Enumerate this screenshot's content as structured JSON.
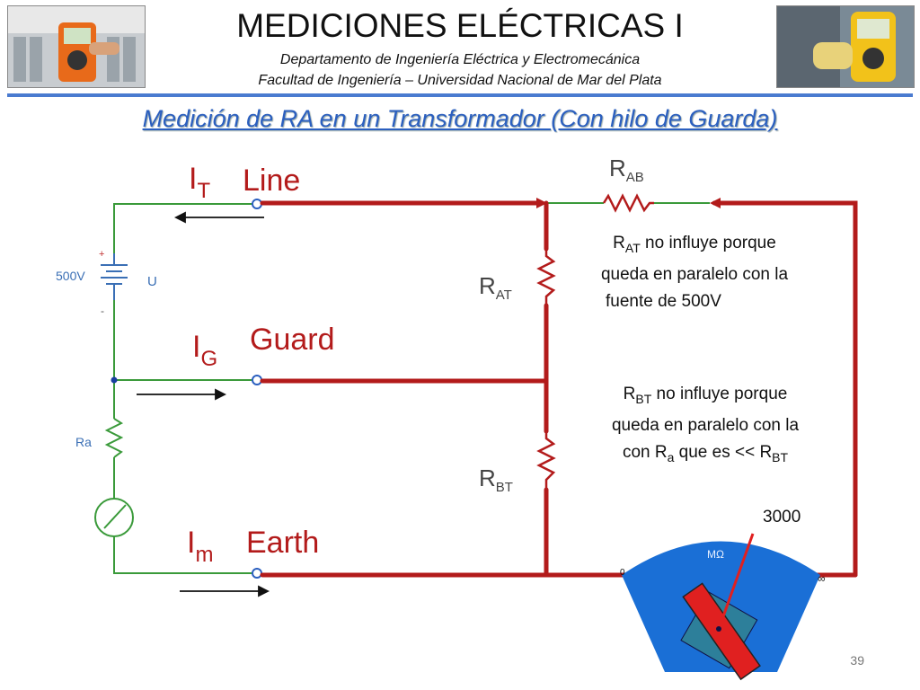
{
  "header": {
    "title": "MEDICIONES ELÉCTRICAS I",
    "dept": "Departamento de Ingeniería Eléctrica y Electromecánica",
    "faculty": "Facultad de Ingeniería – Universidad Nacional de Mar del Plata"
  },
  "slide_title": "Medición de RA en un Transformador (Con hilo de Guarda)",
  "circuit": {
    "terminal_line": "Line",
    "terminal_guard": "Guard",
    "terminal_earth": "Earth",
    "current_total_main": "I",
    "current_total_sub": "T",
    "current_guard_main": "I",
    "current_guard_sub": "G",
    "current_meter_main": "I",
    "current_meter_sub": "m",
    "source_label": "500V",
    "source_plus": "+",
    "source_minus": "-",
    "source_u": "U",
    "ra_label": "Ra",
    "r_ab_main": "R",
    "r_ab_sub": "AB",
    "r_at_main": "R",
    "r_at_sub": "AT",
    "r_bt_main": "R",
    "r_bt_sub": "BT"
  },
  "notes": {
    "rat_r": "R",
    "rat_sub": "AT",
    "rat_line1": " no influye porque",
    "rat_line2": "queda en paralelo con la",
    "rat_line3": "fuente de 500V",
    "rbt_r": "R",
    "rbt_sub": "BT",
    "rbt_line1": " no influye porque",
    "rbt_line2": "queda en paralelo con la",
    "rbt_line3a": "con R",
    "rbt_line3a_sub": "a",
    "rbt_line3b": " que es << R",
    "rbt_line3b_sub": "BT"
  },
  "meter": {
    "scale_max": "3000",
    "unit": "MΩ",
    "scale_zero": "0",
    "scale_inf": "∞"
  },
  "page_number": "39",
  "colors": {
    "main_wire": "#b31b1b",
    "green_wire": "#3a9a3a",
    "accent_blue": "#2b5fbf",
    "meter_blue": "#1a6fd6",
    "meter_teal": "#2d7f9a",
    "needle_red": "#e02020"
  }
}
